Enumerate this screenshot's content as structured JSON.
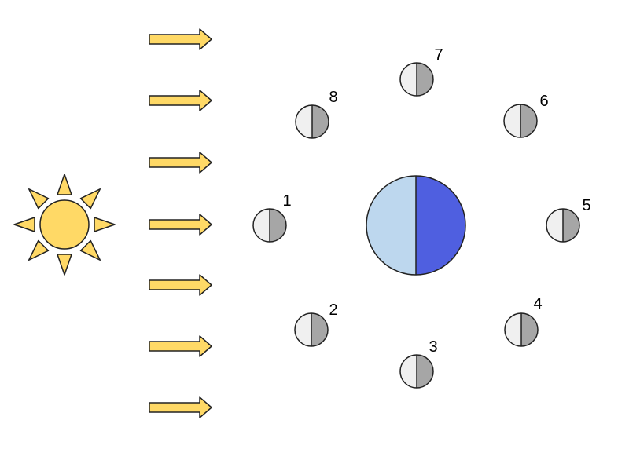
{
  "colors": {
    "sun": "#FFD966",
    "outline": "#222222",
    "earth_day": "#BDD7EE",
    "earth_night": "#4F5FE0",
    "moon_lit": "#F0F0F0",
    "moon_dark": "#A6A6A6"
  },
  "sunlight_arrow_count": 7,
  "moons": [
    {
      "label": "1"
    },
    {
      "label": "2"
    },
    {
      "label": "3"
    },
    {
      "label": "4"
    },
    {
      "label": "5"
    },
    {
      "label": "6"
    },
    {
      "label": "7"
    },
    {
      "label": "8"
    }
  ]
}
